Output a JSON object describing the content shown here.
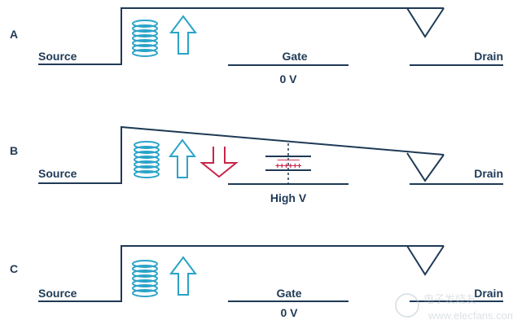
{
  "colors": {
    "line": "#1f3a56",
    "electrons": "#2aa3c8",
    "charge": "#c8254a"
  },
  "panels": [
    {
      "id": "A",
      "source": "Source",
      "gate": "Gate",
      "gate_voltage": "0 V",
      "drain": "Drain"
    },
    {
      "id": "B",
      "source": "Source",
      "gate_voltage": "High V",
      "drain": "Drain",
      "minus_row": "––––––",
      "plus_row": "++++++"
    },
    {
      "id": "C",
      "source": "Source",
      "gate": "Gate",
      "gate_voltage": "0 V",
      "drain": "Drain"
    }
  ],
  "watermark": {
    "text": "电子发烧友",
    "url": "www.elecfans.com"
  }
}
